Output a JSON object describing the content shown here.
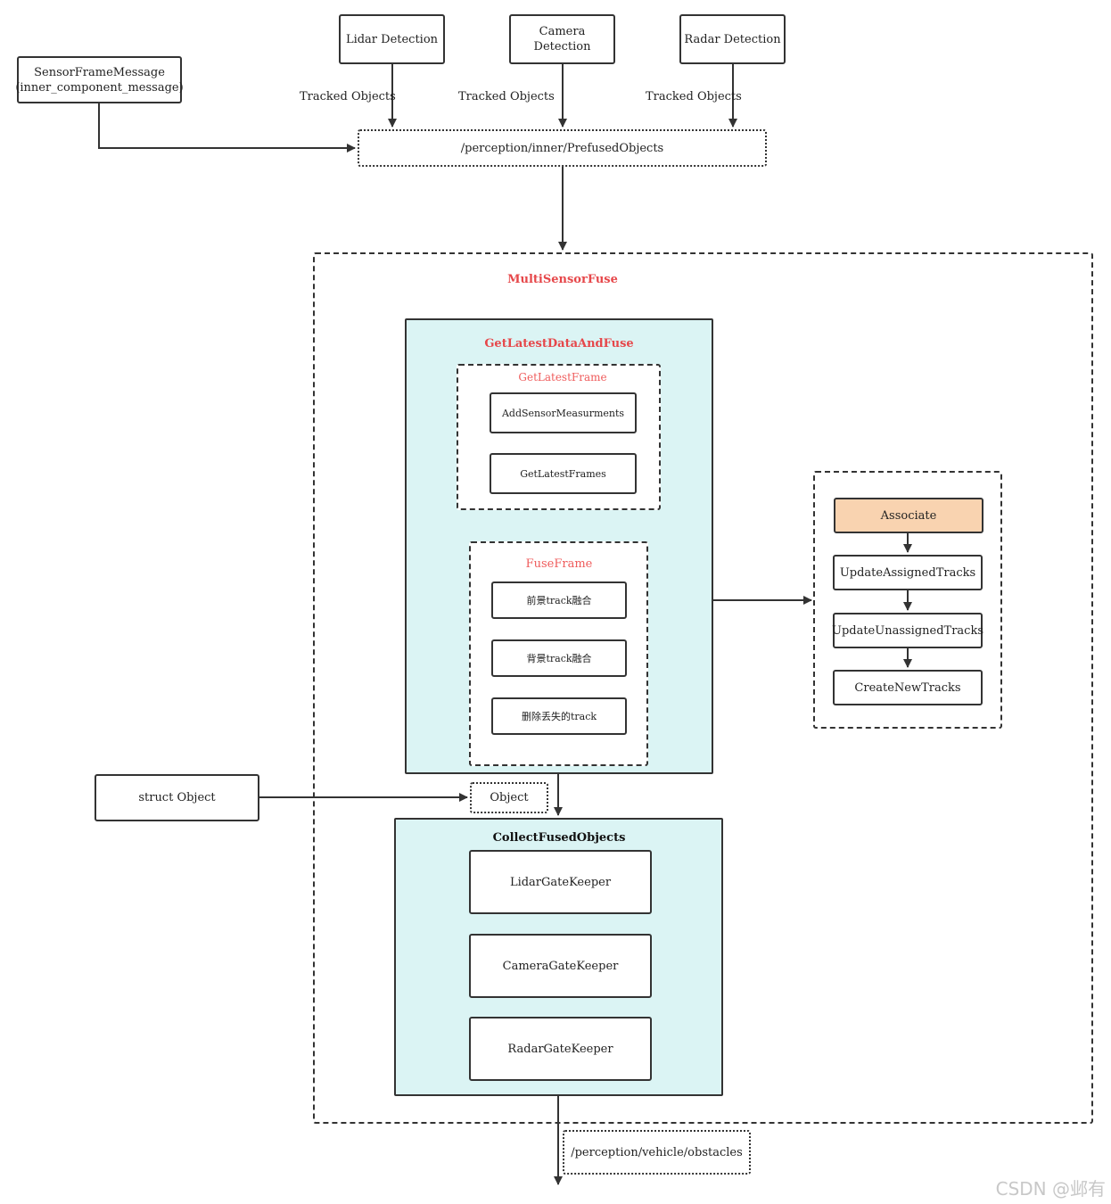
{
  "sources": {
    "sensor_frame_message": "SensorFrameMessage",
    "inner_component_message": "(inner_component_message)",
    "lidar_detection": "Lidar Detection",
    "camera_detection_line1": "Camera",
    "camera_detection_line2": "Detection",
    "radar_detection": "Radar Detection"
  },
  "edge_labels": {
    "lidar_tracked": "Tracked Objects",
    "camera_tracked": "Tracked Objects",
    "radar_tracked": "Tracked Objects"
  },
  "topics": {
    "prefused_objects": "/perception/inner/PrefusedObjects",
    "vehicle_obstacles": "/perception/vehicle/obstacles"
  },
  "multi_sensor_fuse": {
    "title": "MultiSensorFuse",
    "get_latest_data_and_fuse": {
      "title": "GetLatestDataAndFuse",
      "get_latest_frame": {
        "title": "GetLatestFrame",
        "steps": [
          "AddSensorMeasurments",
          "GetLatestFrames"
        ]
      },
      "fuse_frame": {
        "title": "FuseFrame",
        "steps": [
          "前景track融合",
          "背景track融合",
          "删除丢失的track"
        ]
      }
    },
    "object_node": "Object",
    "collect_fused_objects": {
      "title": "CollectFusedObjects",
      "steps": [
        "LidarGateKeeper",
        "CameraGateKeeper",
        "RadarGateKeeper"
      ]
    }
  },
  "struct_object": "struct Object",
  "track_management": {
    "steps": [
      "Associate",
      "UpdateAssignedTracks",
      "UpdateUnassignedTracks",
      "CreateNewTracks"
    ]
  },
  "watermark": "CSDN @邺有",
  "colors": {
    "panel_fill": "#dbf4f4",
    "associate_fill": "#f9d3b0",
    "title_red": "#e6474a",
    "stroke": "#333333"
  }
}
